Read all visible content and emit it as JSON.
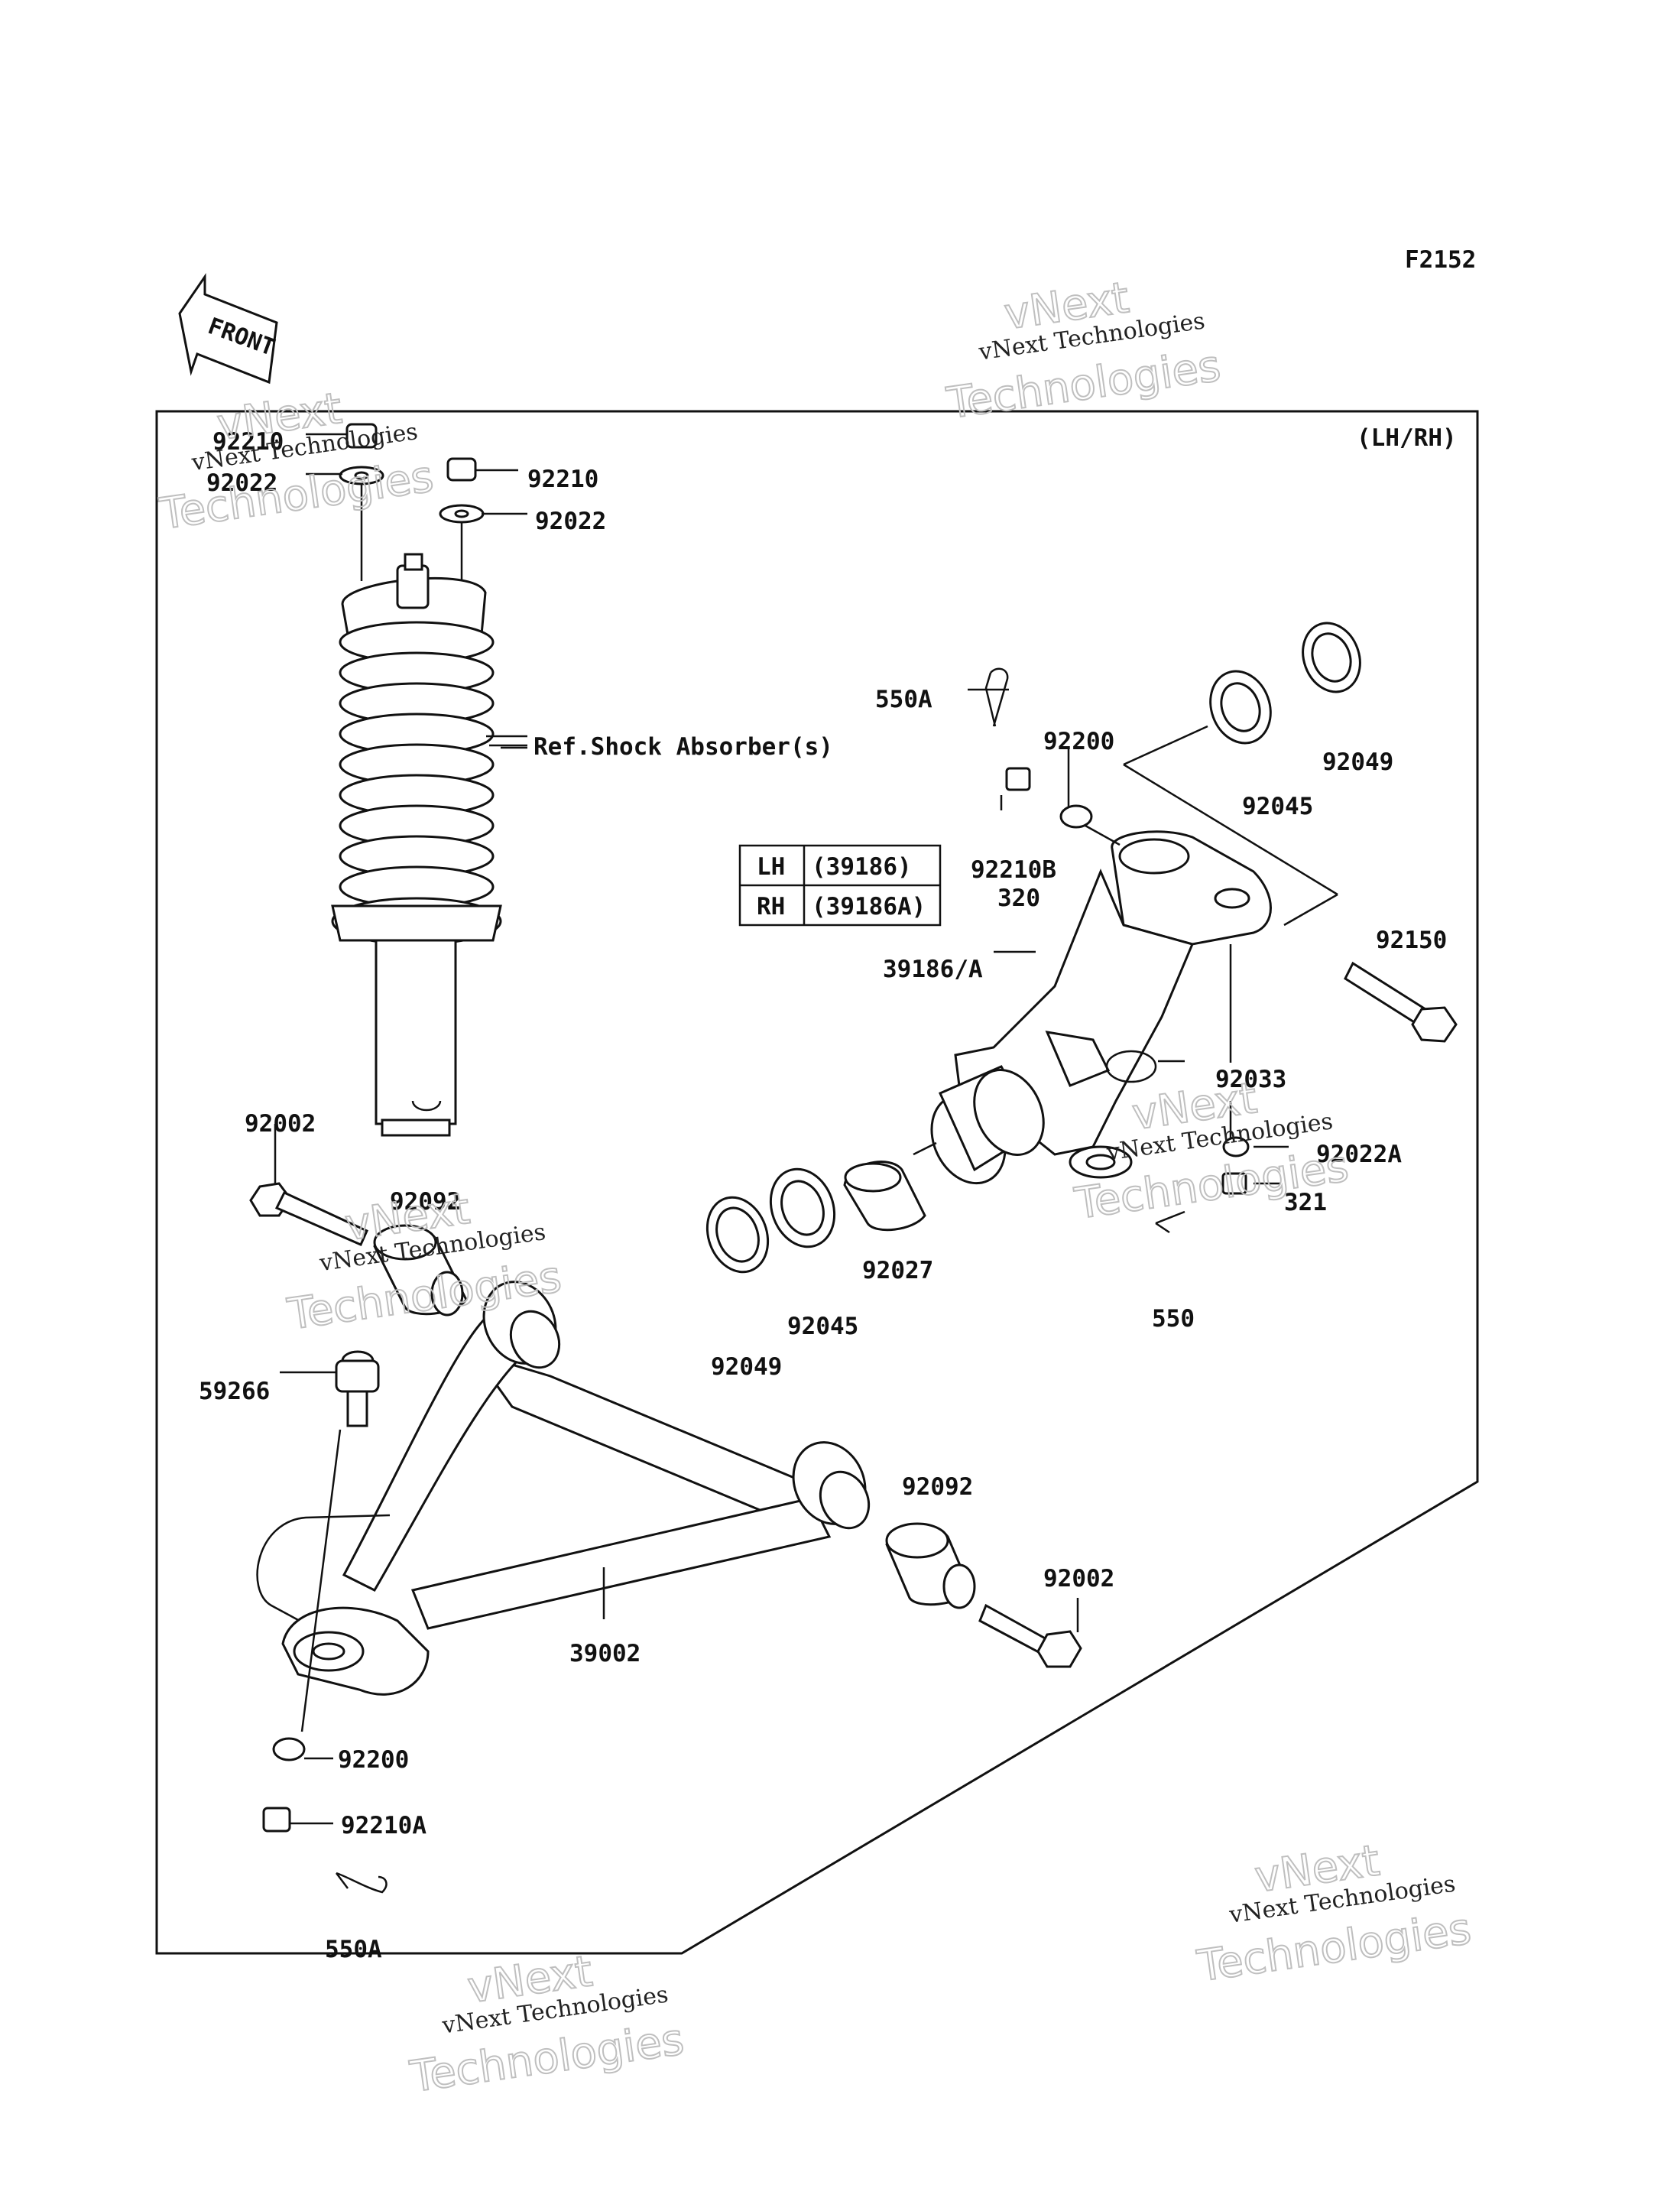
{
  "figure_code": "F2152",
  "side_note": "(LH/RH)",
  "front_arrow_text": "FRONT",
  "reference_note": "Ref.Shock Absorber(s)",
  "variant_table": [
    {
      "side": "LH",
      "part": "(39186)"
    },
    {
      "side": "RH",
      "part": "(39186A)"
    }
  ],
  "part_labels": [
    "92210",
    "92022",
    "92210",
    "92022",
    "550A",
    "92200",
    "92045",
    "92049",
    "92210B",
    "320",
    "39186/A",
    "92150",
    "92033",
    "92022A",
    "321",
    "92002",
    "92092",
    "92027",
    "92045",
    "92049",
    "550",
    "59266",
    "92092",
    "92002",
    "39002",
    "92200",
    "92210A",
    "550A"
  ],
  "watermarks": [
    {
      "brand": "vNext",
      "caption": "vNext Technologies",
      "big": "Technologies"
    },
    {
      "brand": "vNext",
      "caption": "vNext Technologies",
      "big": "Technologies"
    },
    {
      "brand": "vNext",
      "caption": "vNext Technologies",
      "big": "Technologies"
    },
    {
      "brand": "vNext",
      "caption": "vNext Technologies",
      "big": "Technologies"
    },
    {
      "brand": "vNext",
      "caption": "vNext Technologies",
      "big": "Technologies"
    },
    {
      "brand": "vNext",
      "caption": "vNext Technologies",
      "big": "Technologies"
    }
  ]
}
